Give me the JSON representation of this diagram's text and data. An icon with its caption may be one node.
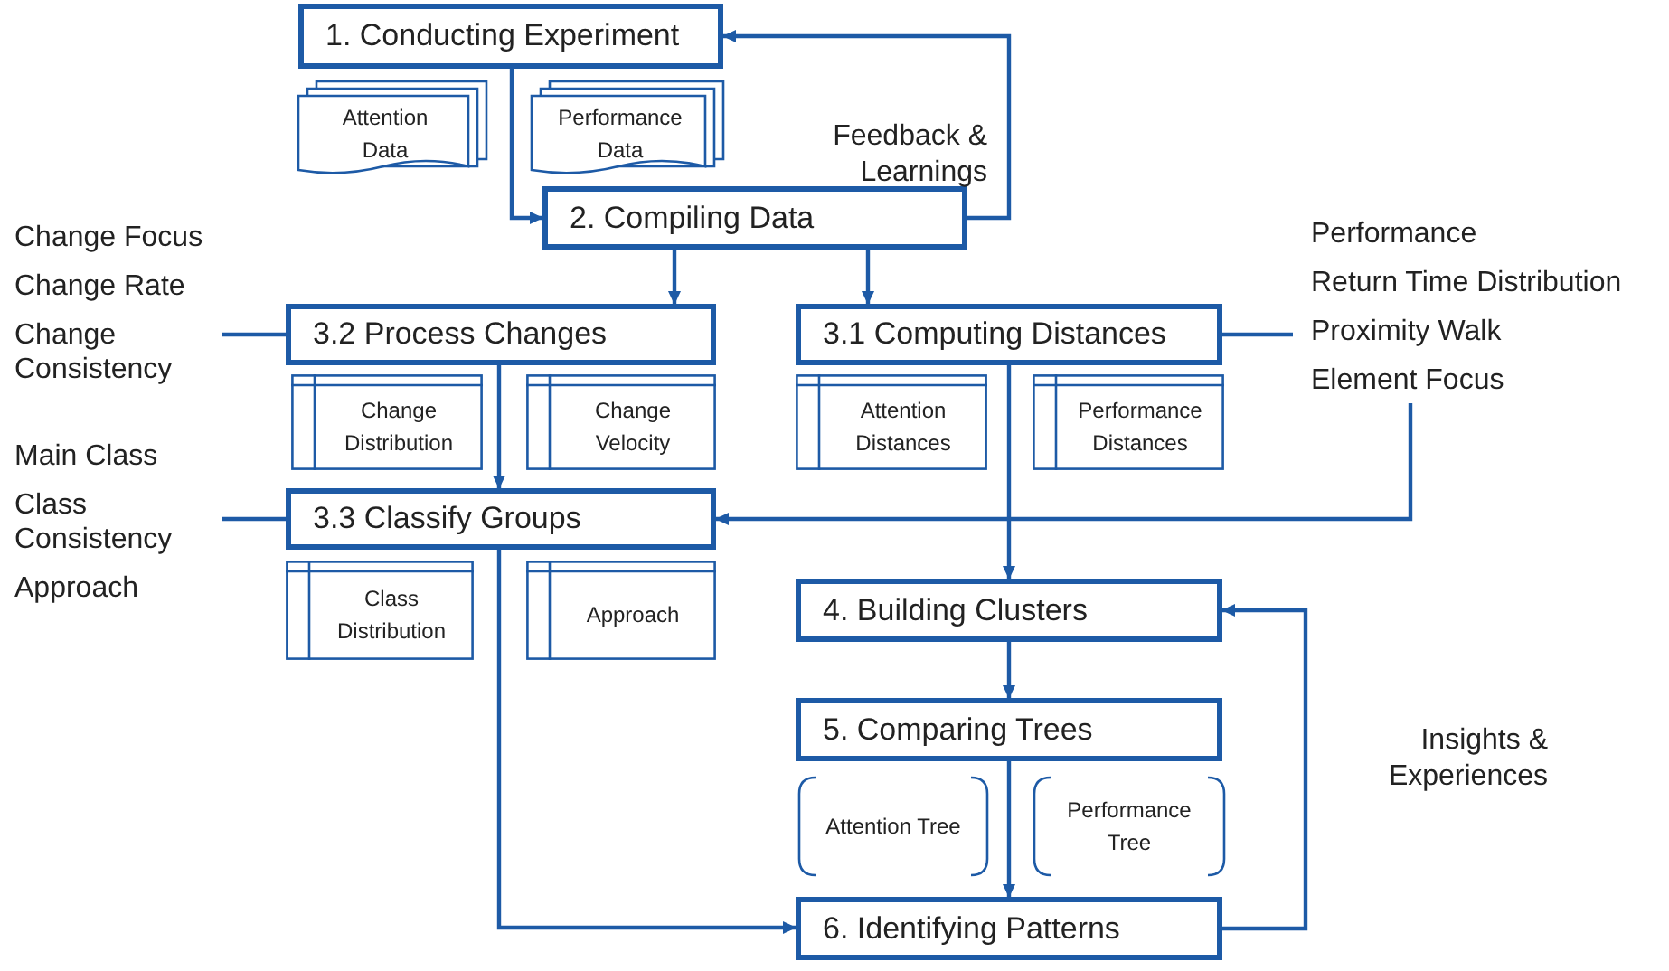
{
  "diagram": {
    "nodes": [
      {
        "text": [
          "1. Conducting Experiment"
        ]
      },
      {
        "text": [
          "Attention Data"
        ]
      },
      {
        "text": [
          "Performance Data"
        ]
      },
      {
        "text": [
          "2. Compiling Data"
        ]
      },
      {
        "text": [
          "3.2 Process Changes"
        ]
      },
      {
        "text": [
          "Change Distribution"
        ]
      },
      {
        "text": [
          "Change Velocity"
        ]
      },
      {
        "text": [
          "3.1 Computing Distances"
        ]
      },
      {
        "text": [
          "Attention Distances"
        ]
      },
      {
        "text": [
          "Performance Distances"
        ]
      },
      {
        "text": [
          "3.3 Classify Groups"
        ]
      },
      {
        "text": [
          "Class Distribution"
        ]
      },
      {
        "text": [
          "Approach"
        ]
      },
      {
        "text": [
          "4. Building Clusters"
        ]
      },
      {
        "text": [
          "5. Comparing Trees"
        ]
      },
      {
        "text": [
          "Attention Tree"
        ]
      },
      {
        "text": [
          "Performance Tree"
        ]
      },
      {
        "text": [
          "6. Identifying Patterns"
        ]
      },
      {
        "text": [
          "Change Focus",
          "Change Rate",
          "Change Consistency"
        ]
      },
      {
        "text": [
          "Main Class",
          "Class Consistency",
          "Approach"
        ]
      },
      {
        "text": [
          "Performance",
          "Return Time Distribution",
          "Proximity Walk",
          "Element Focus"
        ]
      }
    ],
    "edges": [
      {
        "from": 0,
        "to": 3,
        "arrow": "to"
      },
      {
        "from": 3,
        "to": 0,
        "arrow": "to",
        "label": "Feedback & Learnings"
      },
      {
        "from": 3,
        "to": 4,
        "arrow": "to"
      },
      {
        "from": 3,
        "to": 7,
        "arrow": "to"
      },
      {
        "from": 4,
        "to": 10,
        "arrow": "to"
      },
      {
        "from": 7,
        "to": 13,
        "arrow": "to"
      },
      {
        "from": 10,
        "to": 17,
        "arrow": "to"
      },
      {
        "from": 13,
        "to": 14,
        "arrow": "to"
      },
      {
        "from": 14,
        "to": 17,
        "arrow": "to"
      },
      {
        "from": 17,
        "to": 13,
        "arrow": "to",
        "label": "Insights & Experiences"
      },
      {
        "from": 18,
        "to": 4,
        "arrow": "none"
      },
      {
        "from": 19,
        "to": 10,
        "arrow": "none"
      },
      {
        "from": 7,
        "to": 20,
        "arrow": "none"
      },
      {
        "from": 20,
        "to": 10,
        "arrow": "to"
      }
    ]
  }
}
